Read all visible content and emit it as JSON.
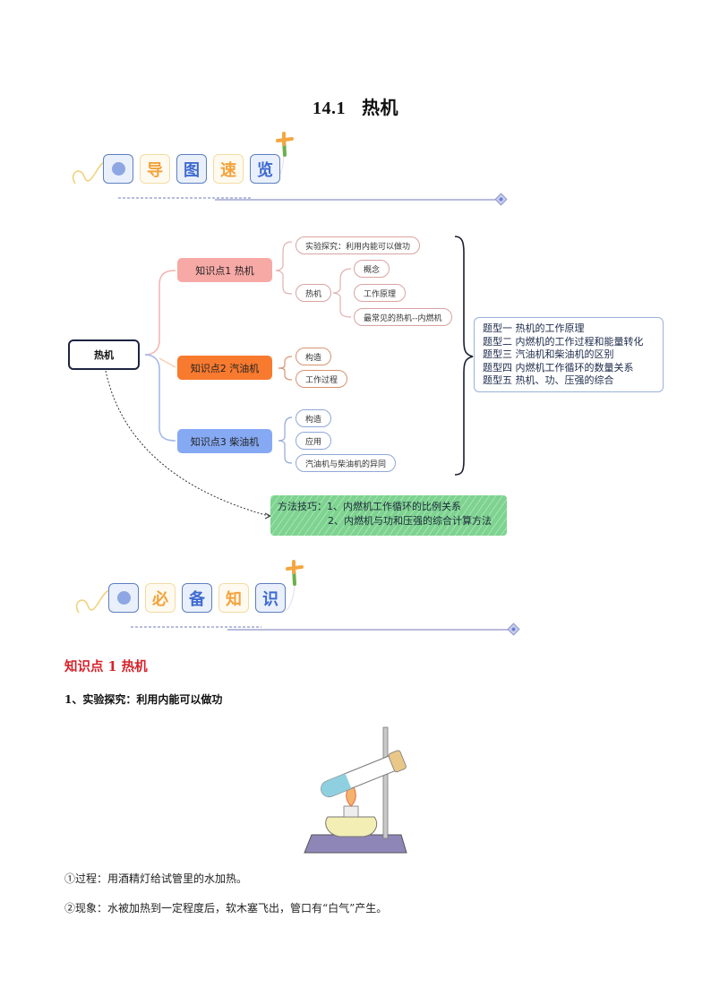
{
  "title": {
    "number": "14.1",
    "text": "热机"
  },
  "banner_overview": {
    "chars": [
      "导",
      "图",
      "速",
      "览"
    ]
  },
  "mindmap": {
    "root": "热机",
    "knowledge_points": [
      {
        "label": "知识点1  热机",
        "color": "#f7a9a6",
        "children": [
          "实验探究：利用内能可以做功",
          "热机"
        ],
        "sub_children": [
          "概念",
          "工作原理",
          "最常见的热机--内燃机"
        ]
      },
      {
        "label": "知识点2  汽油机",
        "color": "#f87a2f",
        "children": [
          "构造",
          "工作过程"
        ]
      },
      {
        "label": "知识点3  柴油机",
        "color": "#86a9f4",
        "children": [
          "构造",
          "应用",
          "汽油机与柴油机的异同"
        ]
      }
    ],
    "question_types": [
      "题型一  热机的工作原理",
      "题型二  内燃机的工作过程和能量转化",
      "题型三  汽油机和柴油机的区别",
      "题型四  内燃机工作循环的数量关系",
      "题型五  热机、功、压强的综合"
    ],
    "method": {
      "line1": "方法技巧：1、内燃机工作循环的比例关系",
      "line2": "2、内燃机与功和压强的综合计算方法"
    }
  },
  "banner_knowledge": {
    "chars": [
      "必",
      "备",
      "知",
      "识"
    ]
  },
  "section": {
    "heading": "知识点  1  热机",
    "subheading": "1、实验探究：利用内能可以做功",
    "image_alt": "test-tube-heating-apparatus",
    "paragraphs": [
      "①过程：用酒精灯给试管里的水加热。",
      "②现象：水被加热到一定程度后，软木塞飞出，管口有“白气”产生。"
    ]
  }
}
